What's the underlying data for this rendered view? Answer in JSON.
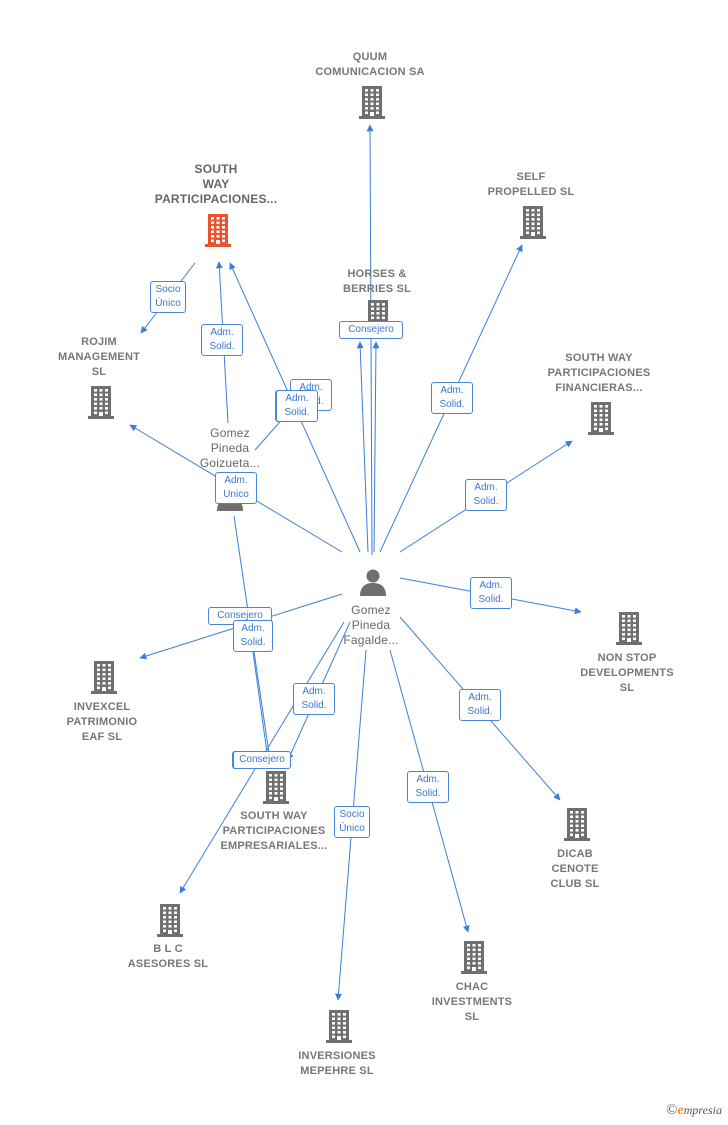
{
  "colors": {
    "edge": "#3a7fd9",
    "building": "#6f6f6f",
    "focus_building": "#e8532f",
    "person": "#6f6f6f",
    "label_border": "#4a86d8"
  },
  "nodes": [
    {
      "id": "quum",
      "label": "QUUM\nCOMUNICACION SA",
      "icon": "building-icon"
    },
    {
      "id": "southway_part",
      "label": "SOUTH\nWAY\nPARTICIPACIONES...",
      "icon": "building-icon",
      "focus": true
    },
    {
      "id": "self",
      "label": "SELF\nPROPELLED SL",
      "icon": "building-icon"
    },
    {
      "id": "horses",
      "label": "HORSES &\nBERRIES SL",
      "icon": "building-icon"
    },
    {
      "id": "rojim",
      "label": "ROJIM\nMANAGEMENT\nSL",
      "icon": "building-icon"
    },
    {
      "id": "southway_fin",
      "label": "SOUTH WAY\nPARTICIPACIONES\nFINANCIERAS...",
      "icon": "building-icon"
    },
    {
      "id": "gomez_goiz",
      "label": "Gomez\nPineda\nGoizueta...",
      "icon": "person-icon"
    },
    {
      "id": "gomez_fag",
      "label": "Gomez\nPineda\nFagalde...",
      "icon": "person-icon"
    },
    {
      "id": "nonstop",
      "label": "NON STOP\nDEVELOPMENTS\nSL",
      "icon": "building-icon"
    },
    {
      "id": "invexcel",
      "label": "INVEXCEL\nPATRIMONIO\nEAF SL",
      "icon": "building-icon"
    },
    {
      "id": "southway_emp",
      "label": "SOUTH WAY\nPARTICIPACIONES\nEMPRESARIALES...",
      "icon": "building-icon"
    },
    {
      "id": "dicab",
      "label": "DICAB\nCENOTE\nCLUB SL",
      "icon": "building-icon"
    },
    {
      "id": "blc",
      "label": "B L C\nASESORES SL",
      "icon": "building-icon"
    },
    {
      "id": "chac",
      "label": "CHAC\nINVESTMENTS\nSL",
      "icon": "building-icon"
    },
    {
      "id": "mepehre",
      "label": "INVERSIONES\nMEPEHRE SL",
      "icon": "building-icon"
    }
  ],
  "edges": [
    {
      "from": "gomez_fag",
      "to": "quum",
      "label": ""
    },
    {
      "from": "gomez_fag",
      "to": "self",
      "label": "Adm.\nSolid."
    },
    {
      "from": "gomez_fag",
      "to": "horses",
      "label": "Adm.\nSolid."
    },
    {
      "from": "gomez_fag",
      "to": "horses",
      "label": "Consejero"
    },
    {
      "from": "gomez_fag",
      "to": "southway_part",
      "label": "Adm.\nSolid."
    },
    {
      "from": "gomez_fag",
      "to": "southway_fin",
      "label": "Adm.\nSolid."
    },
    {
      "from": "gomez_fag",
      "to": "nonstop",
      "label": "Adm.\nSolid."
    },
    {
      "from": "gomez_fag",
      "to": "dicab",
      "label": "Adm.\nSolid."
    },
    {
      "from": "gomez_fag",
      "to": "chac",
      "label": "Adm.\nSolid."
    },
    {
      "from": "gomez_fag",
      "to": "mepehre",
      "label": "Socio\nÚnico"
    },
    {
      "from": "gomez_fag",
      "to": "blc",
      "label": "Adm.\nSolid."
    },
    {
      "from": "gomez_fag",
      "to": "southway_emp",
      "label": "Consej...."
    },
    {
      "from": "gomez_fag",
      "to": "invexcel",
      "label": "Consejero"
    },
    {
      "from": "gomez_fag",
      "to": "rojim",
      "label": "Adm.\nUnico"
    },
    {
      "from": "gomez_goiz",
      "to": "southway_part",
      "label": "Adm.\nSolid."
    },
    {
      "from": "gomez_goiz",
      "to": "horses",
      "label": "Adm.\nSolid."
    },
    {
      "from": "gomez_goiz",
      "to": "southway_emp",
      "label": "Adm.\nSolid."
    },
    {
      "from": "gomez_goiz",
      "to": "southway_emp",
      "label": "Consejero"
    },
    {
      "from": "southway_part",
      "to": "rojim",
      "label": "Socio\nÚnico"
    }
  ],
  "watermark": {
    "symbol": "©",
    "brand_initial": "e",
    "brand_rest": "mpresia"
  }
}
